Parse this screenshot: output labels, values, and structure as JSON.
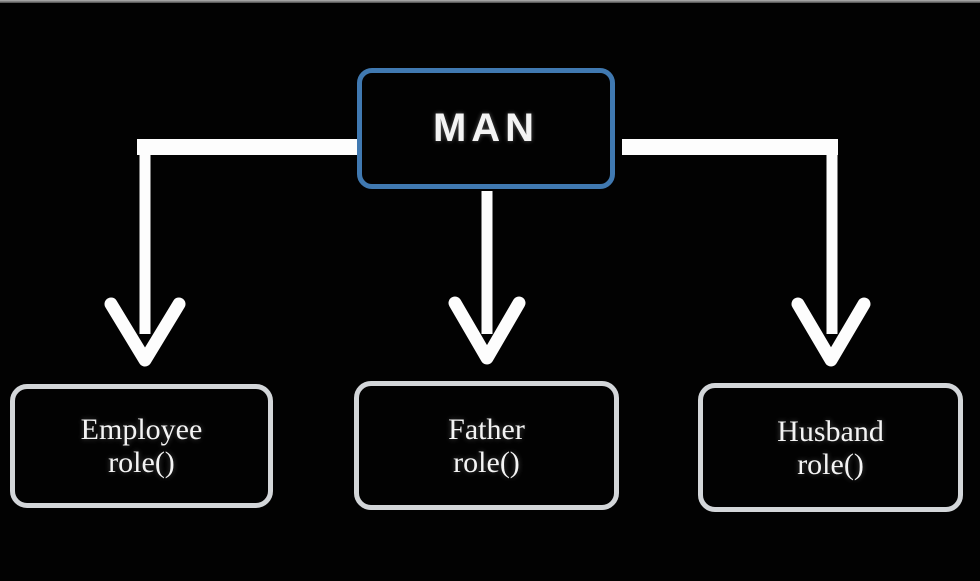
{
  "diagram": {
    "root": {
      "label": "MAN"
    },
    "children": [
      {
        "id": "employee",
        "name": "Employee",
        "method": "role()"
      },
      {
        "id": "father",
        "name": "Father",
        "method": "role()"
      },
      {
        "id": "husband",
        "name": "Husband",
        "method": "role()"
      }
    ],
    "edges": [
      {
        "from": "MAN",
        "to": "Employee"
      },
      {
        "from": "MAN",
        "to": "Father"
      },
      {
        "from": "MAN",
        "to": "Husband"
      }
    ],
    "colors": {
      "background": "#020202",
      "root_border": "#4079b1",
      "child_border": "#d3d6d9",
      "arrow": "#fdfdfd",
      "text": "#f4f4f4"
    }
  }
}
